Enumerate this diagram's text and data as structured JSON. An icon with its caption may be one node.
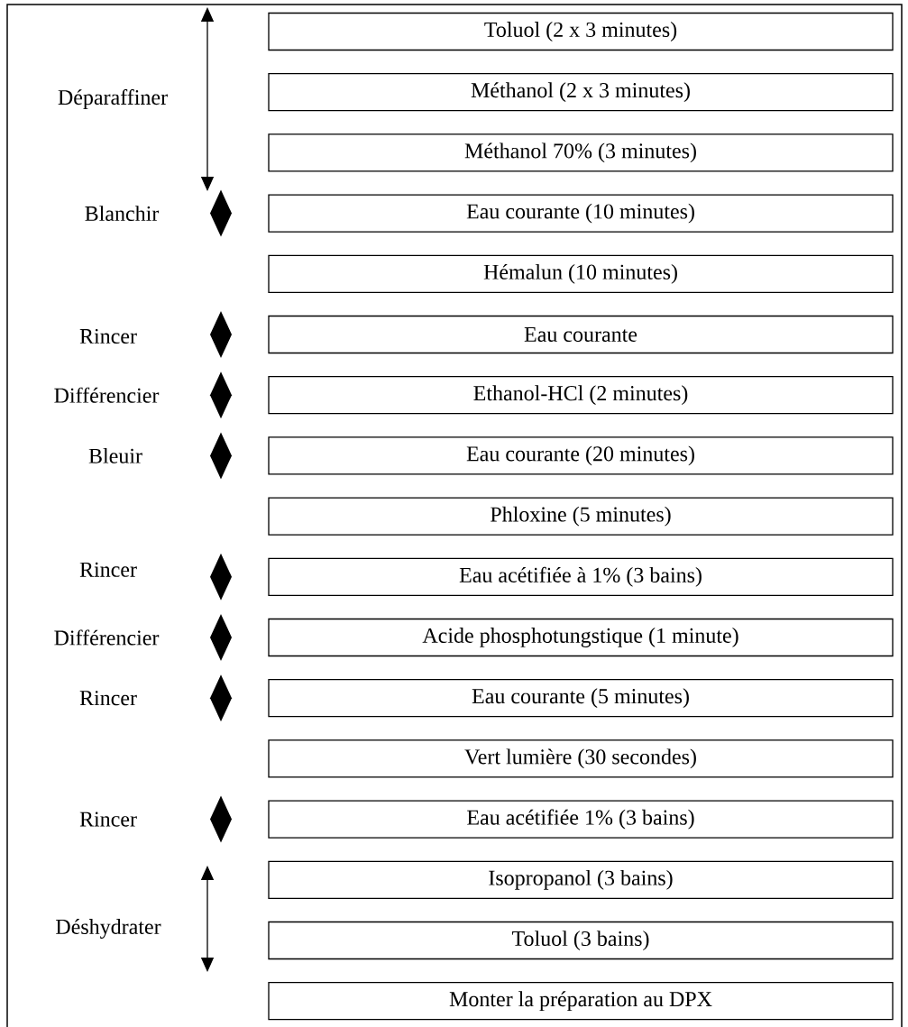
{
  "diagram": {
    "nodes": [
      {
        "text": [
          "Toluol (2 x 3 minutes)"
        ]
      },
      {
        "text": [
          "Méthanol (2 x 3 minutes)"
        ]
      },
      {
        "text": [
          "Méthanol 70%  (3 minutes)"
        ]
      },
      {
        "text": [
          "Eau courante (10 minutes)"
        ]
      },
      {
        "text": [
          "Hémalun (10 minutes)"
        ]
      },
      {
        "text": [
          "Eau courante"
        ]
      },
      {
        "text": [
          "Ethanol-HCl (2 minutes)"
        ]
      },
      {
        "text": [
          "Eau courante (20 minutes)"
        ]
      },
      {
        "text": [
          "Phloxine (5 minutes)"
        ]
      },
      {
        "text": [
          "Eau acétifiée à 1% (3 bains)"
        ]
      },
      {
        "text": [
          "Acide phosphotungstique (1 minute)"
        ]
      },
      {
        "text": [
          "Eau courante (5 minutes)"
        ]
      },
      {
        "text": [
          "Vert lumière (30 secondes)"
        ]
      },
      {
        "text": [
          "Eau acétifiée 1% (3 bains)"
        ]
      },
      {
        "text": [
          "Isopropanol (3 bains)"
        ]
      },
      {
        "text": [
          "Toluol (3 bains)"
        ]
      },
      {
        "text": [
          "Monter la préparation au DPX"
        ]
      }
    ],
    "labels": [
      "Déparaffiner",
      "Blanchir",
      "Rincer",
      "Différencier",
      "Bleuir",
      "Rincer",
      "Différencier",
      "Rincer",
      "Rincer",
      "Déshydrater"
    ]
  }
}
